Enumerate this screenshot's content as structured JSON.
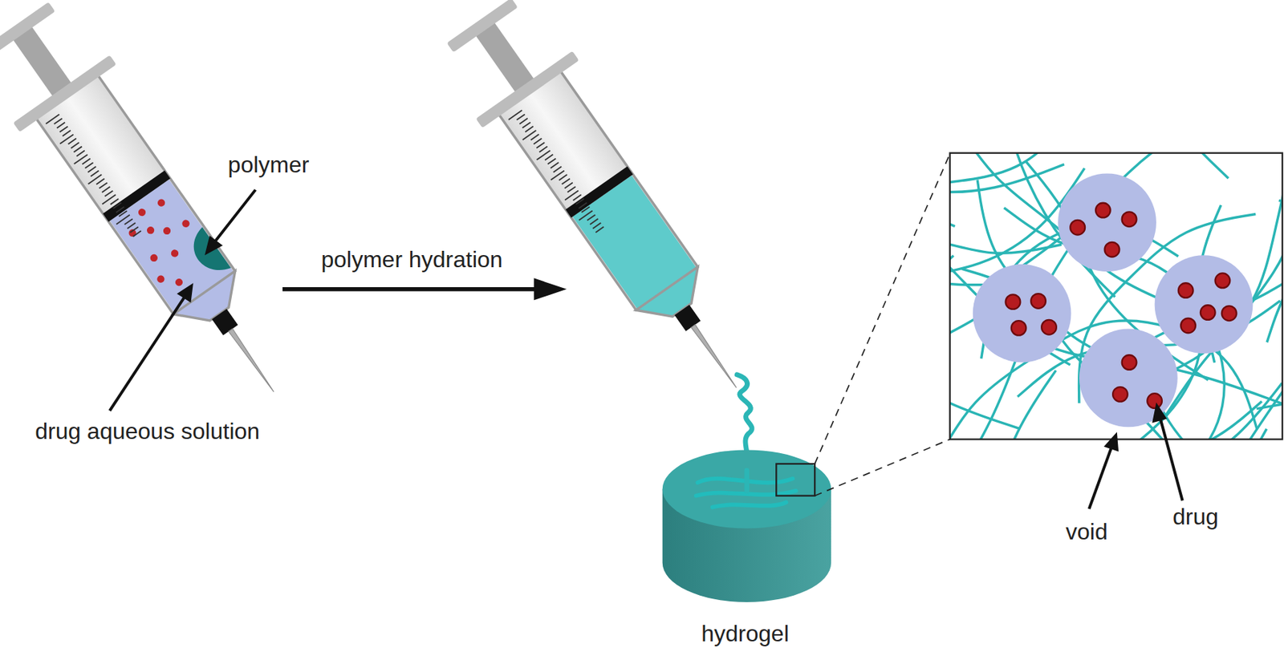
{
  "diagram": {
    "labels": [
      "polymer",
      "drug aqueous solution",
      "polymer hydration",
      "hydrogel",
      "void",
      "drug"
    ]
  }
}
